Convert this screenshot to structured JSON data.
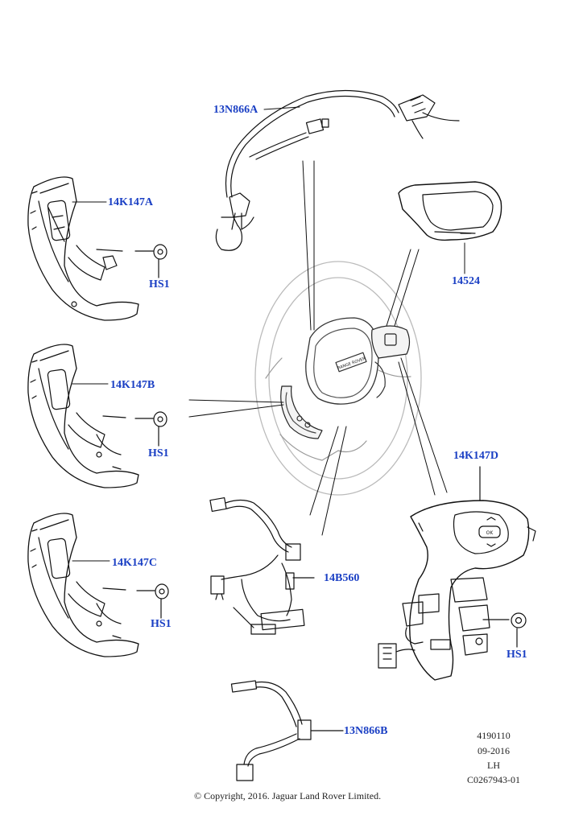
{
  "callouts": {
    "harness_a": "13N866A",
    "switch_a": "14K147A",
    "switch_b": "14K147B",
    "switch_c": "14K147C",
    "switch_d": "14K147D",
    "bezel": "14524",
    "harness_main": "14B560",
    "harness_b": "13N866B",
    "screw_1": "HS1",
    "screw_2": "HS1",
    "screw_3": "HS1",
    "screw_4": "HS1"
  },
  "airbag_badge": "RANGE ROVER",
  "switch_d_button": "OK",
  "drawing_meta": {
    "number": "4190110",
    "date": "09-2016",
    "side": "LH",
    "code": "C0267943-01"
  },
  "copyright": "© Copyright, 2016. Jaguar Land Rover Limited.",
  "colors": {
    "callout": "#1a3fc4",
    "line": "#111111",
    "wheel_rim": "#bbbbbb"
  }
}
